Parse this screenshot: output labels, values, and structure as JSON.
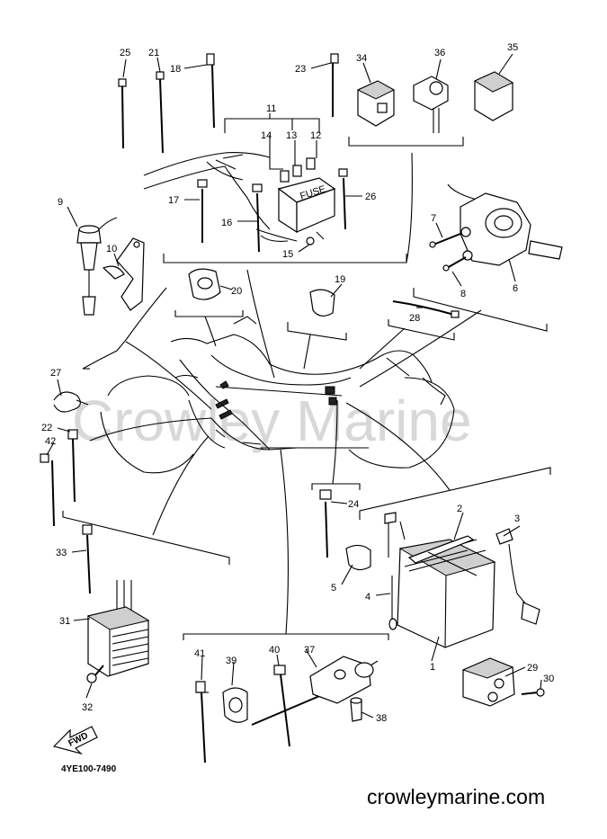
{
  "diagram": {
    "watermark": "Crowley Marine",
    "drawing_code": "4YE100-7490",
    "site": "crowleymarine.com",
    "fwd_label": "FWD",
    "fuse_label": "FUSE",
    "callouts": [
      "1",
      "2",
      "3",
      "4",
      "5",
      "6",
      "7",
      "8",
      "9",
      "10",
      "11",
      "12",
      "13",
      "14",
      "15",
      "16",
      "17",
      "18",
      "19",
      "20",
      "21",
      "22",
      "23",
      "24",
      "25",
      "26",
      "27",
      "28",
      "29",
      "30",
      "31",
      "32",
      "33",
      "34",
      "35",
      "36",
      "37",
      "38",
      "39",
      "40",
      "41",
      "42"
    ]
  }
}
